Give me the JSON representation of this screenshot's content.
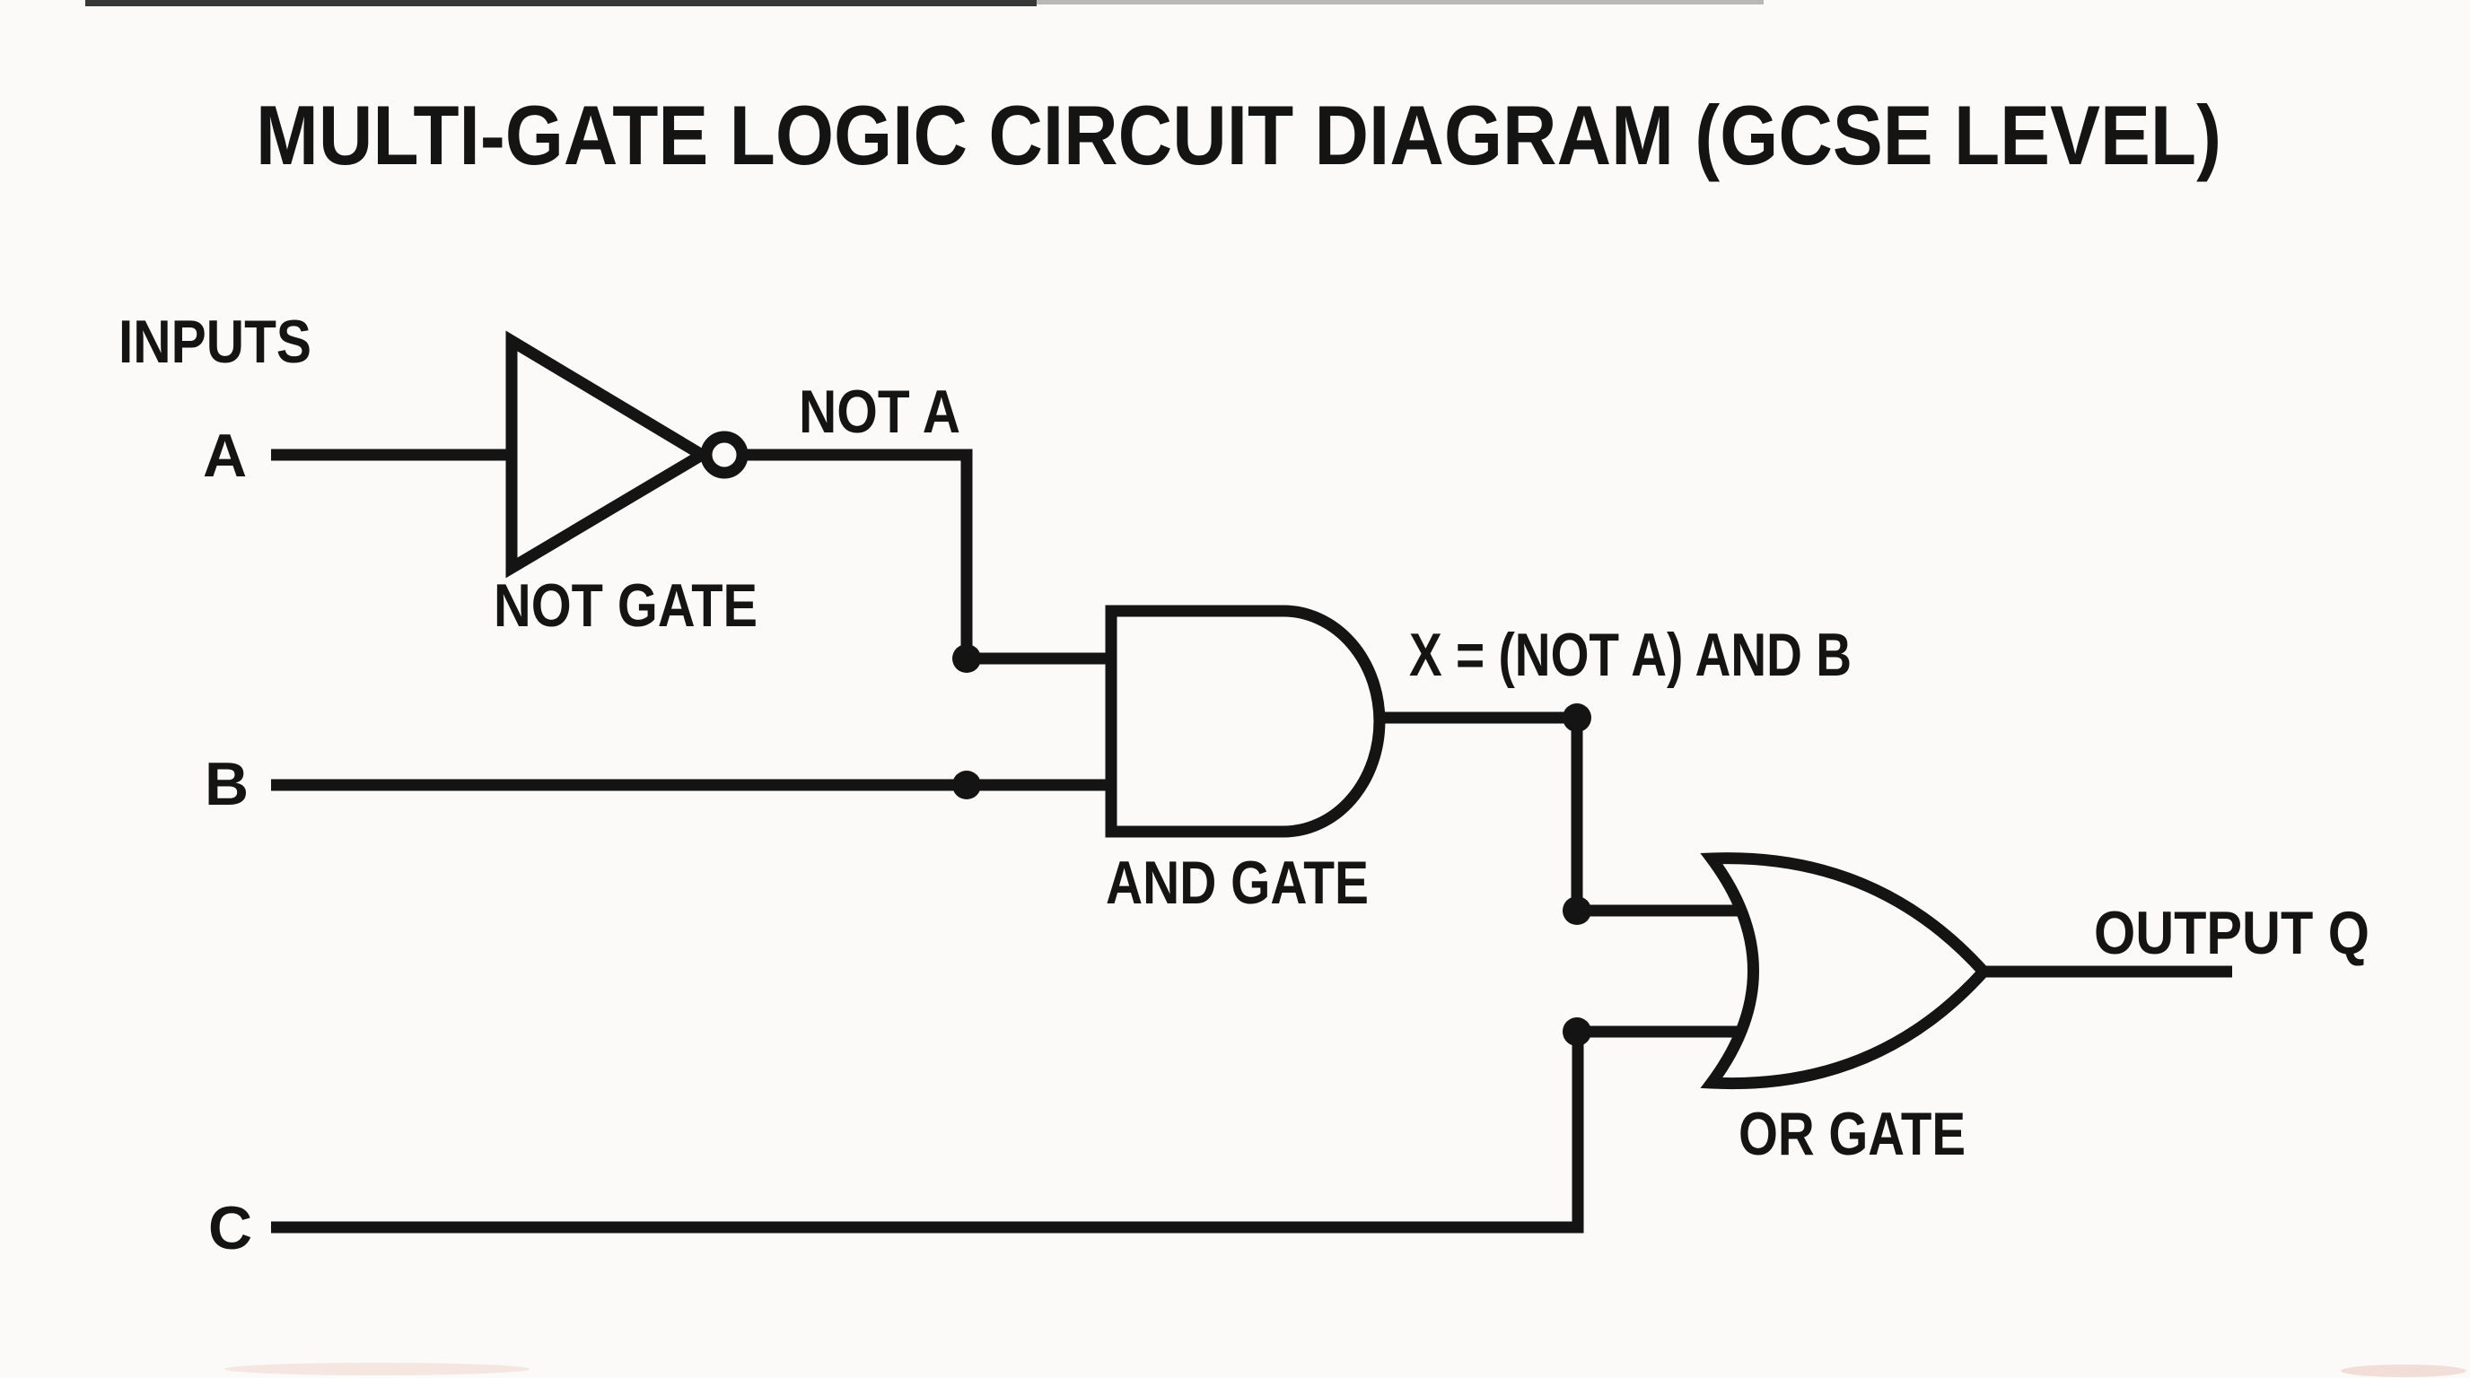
{
  "title": "MULTI-GATE LOGIC CIRCUIT DIAGRAM (GCSE LEVEL)",
  "labels": {
    "inputs_heading": "INPUTS",
    "input_a": "A",
    "input_b": "B",
    "input_c": "C",
    "not_a_signal": "NOT A",
    "not_gate": "NOT GATE",
    "and_gate": "AND GATE",
    "x_expression": "X = (NOT A) AND B",
    "or_gate": "OR GATE",
    "output_q": "OUTPUT Q"
  },
  "colors": {
    "ink": "#141414",
    "background": "#fbfaf8"
  },
  "circuit": {
    "inputs": [
      "A",
      "B",
      "C"
    ],
    "output": "Q",
    "gates": [
      {
        "name": "NOT gate",
        "type": "NOT",
        "inputs": [
          "A"
        ],
        "output": "NOT A"
      },
      {
        "name": "AND gate",
        "type": "AND",
        "inputs": [
          "NOT A",
          "B"
        ],
        "output": "X = (NOT A) AND B"
      },
      {
        "name": "OR gate",
        "type": "OR",
        "inputs": [
          "X",
          "C"
        ],
        "output": "OUTPUT Q"
      }
    ]
  }
}
